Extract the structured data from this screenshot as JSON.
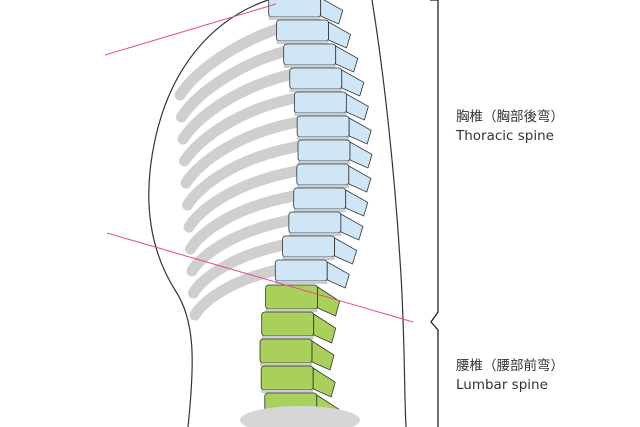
{
  "labels": {
    "thoracic": {
      "ja": "胸椎（胸部後弯）",
      "en": "Thoracic spine"
    },
    "lumbar": {
      "ja": "腰椎（腰部前弯）",
      "en": "Lumbar spine"
    }
  },
  "colors": {
    "thoracic": "#cfe6f7",
    "lumbar": "#a8d05a",
    "ribs": "#cfcfcf",
    "guide_lines": "#e0508a",
    "outline": "#222222"
  }
}
